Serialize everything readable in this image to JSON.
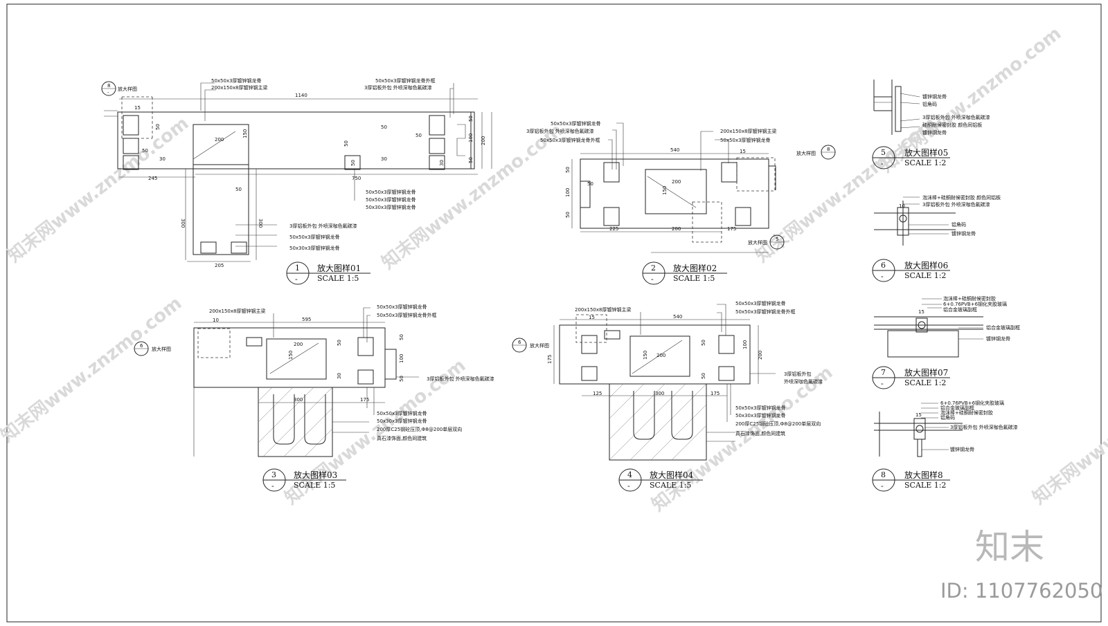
{
  "watermark": {
    "text": "知末网www.znzmo.com",
    "brand": "知末",
    "id_label": "ID: 1107762050"
  },
  "details": [
    {
      "num": "1",
      "sub": "-",
      "title": "放大图样01",
      "scale": "SCALE 1:5"
    },
    {
      "num": "2",
      "sub": "-",
      "title": "放大图样02",
      "scale": "SCALE 1:5"
    },
    {
      "num": "3",
      "sub": "-",
      "title": "放大图样03",
      "scale": "SCALE 1:5"
    },
    {
      "num": "4",
      "sub": "-",
      "title": "放大图样04",
      "scale": "SCALE 1:5"
    },
    {
      "num": "5",
      "sub": "-",
      "title": "放大图样05",
      "scale": "SCALE 1:2"
    },
    {
      "num": "6",
      "sub": "-",
      "title": "放大图样06",
      "scale": "SCALE 1:2"
    },
    {
      "num": "7",
      "sub": "-",
      "title": "放大图样07",
      "scale": "SCALE 1:2"
    },
    {
      "num": "8",
      "sub": "-",
      "title": "放大图样8",
      "scale": "SCALE 1:2"
    }
  ],
  "notes": {
    "d1": [
      "50x50x3厚镀锌钢龙骨",
      "200x150x8厚镀锌钢主梁",
      "50x50x3厚镀锌钢龙骨外框",
      "3厚铝板外包 外喷深咖色氟碳漆",
      "50x50x3厚镀锌钢龙骨",
      "50x50x3厚镀锌钢龙骨",
      "50x30x3厚镀锌钢龙骨",
      "3厚铝板外包 外喷深咖色氟碳漆",
      "50x50x3厚镀锌钢龙骨",
      "50x30x3厚镀锌钢龙骨",
      "放大样图"
    ],
    "d2": [
      "50x50x3厚镀锌钢龙骨",
      "3厚铝板外包 外喷深咖色氟碳漆",
      "50x50x3厚镀锌钢龙骨外框",
      "200x150x8厚镀锌钢主梁",
      "50x50x3厚镀锌钢龙骨",
      "放大样图",
      "放大样图"
    ],
    "d3": [
      "200x150x8厚镀锌钢主梁",
      "50x50x3厚镀锌钢龙骨",
      "50x50x3厚镀锌钢龙骨外框",
      "放大样图",
      "3厚铝板外包 外喷深咖色氟碳漆",
      "50x50x3厚镀锌钢龙骨",
      "50x30x3厚镀锌钢龙骨",
      "200厚C25钢砼压顶,Ф8@200单层双向",
      "真石漆饰面,颜色同建筑"
    ],
    "d4": [
      "200x150x8厚镀锌钢主梁",
      "50x50x3厚镀锌钢龙骨",
      "50x50x3厚镀锌钢龙骨外框",
      "放大样图",
      "3厚铝板外包",
      "外喷深咖色氟碳漆",
      "50x50x3厚镀锌钢龙骨",
      "50x30x3厚镀锌钢龙骨",
      "200厚C25钢砼压顶,Ф8@200单层双向",
      "真石漆饰面,颜色同建筑"
    ],
    "d5": [
      "镀锌钢龙骨",
      "铝角码",
      "3厚铝板外包 外喷深咖色氟碳漆",
      "硅酮耐候密封胶 颜色同铝板",
      "镀锌钢龙骨"
    ],
    "d6": [
      "泡沫棒+硅酮耐候密封胶 颜色同铝板",
      "3厚铝板外包 外喷深咖色氟碳漆",
      "铝角码",
      "镀锌钢龙骨"
    ],
    "d7": [
      "泡沫棒+硅酮耐候密封胶",
      "6+0.76PVB+6钢化夹胶玻璃",
      "铝合金玻璃副框",
      "铝合金玻璃副框",
      "镀锌钢龙骨"
    ],
    "d8": [
      "6+0.76PVB+6钢化夹胶玻璃",
      "铝合金玻璃副框",
      "泡沫棒+硅酮耐候密封胶",
      "铝角码",
      "3厚铝板外包 外喷深咖色氟碳漆",
      "镀锌钢龙骨"
    ]
  },
  "dims": {
    "d1": [
      "15",
      "1140",
      "50",
      "50",
      "50",
      "50",
      "30",
      "200",
      "150",
      "50",
      "50",
      "30",
      "30",
      "50",
      "100",
      "200",
      "50",
      "245",
      "750",
      "50",
      "300",
      "300",
      "205"
    ],
    "d2": [
      "540",
      "15",
      "50",
      "100",
      "50",
      "50",
      "200",
      "150",
      "225",
      "200",
      "175"
    ],
    "d3": [
      "10",
      "595",
      "200",
      "150",
      "50",
      "50",
      "100",
      "50",
      "30",
      "300",
      "175"
    ],
    "d4": [
      "15",
      "540",
      "175",
      "200",
      "150",
      "50",
      "100",
      "50",
      "200",
      "125",
      "300",
      "175"
    ],
    "d6": [
      "10"
    ],
    "d7": [
      "15"
    ],
    "d8": [
      "15"
    ]
  },
  "callouts": {
    "c8": "8",
    "c8b": "-",
    "c5": "5",
    "c6": "6"
  }
}
